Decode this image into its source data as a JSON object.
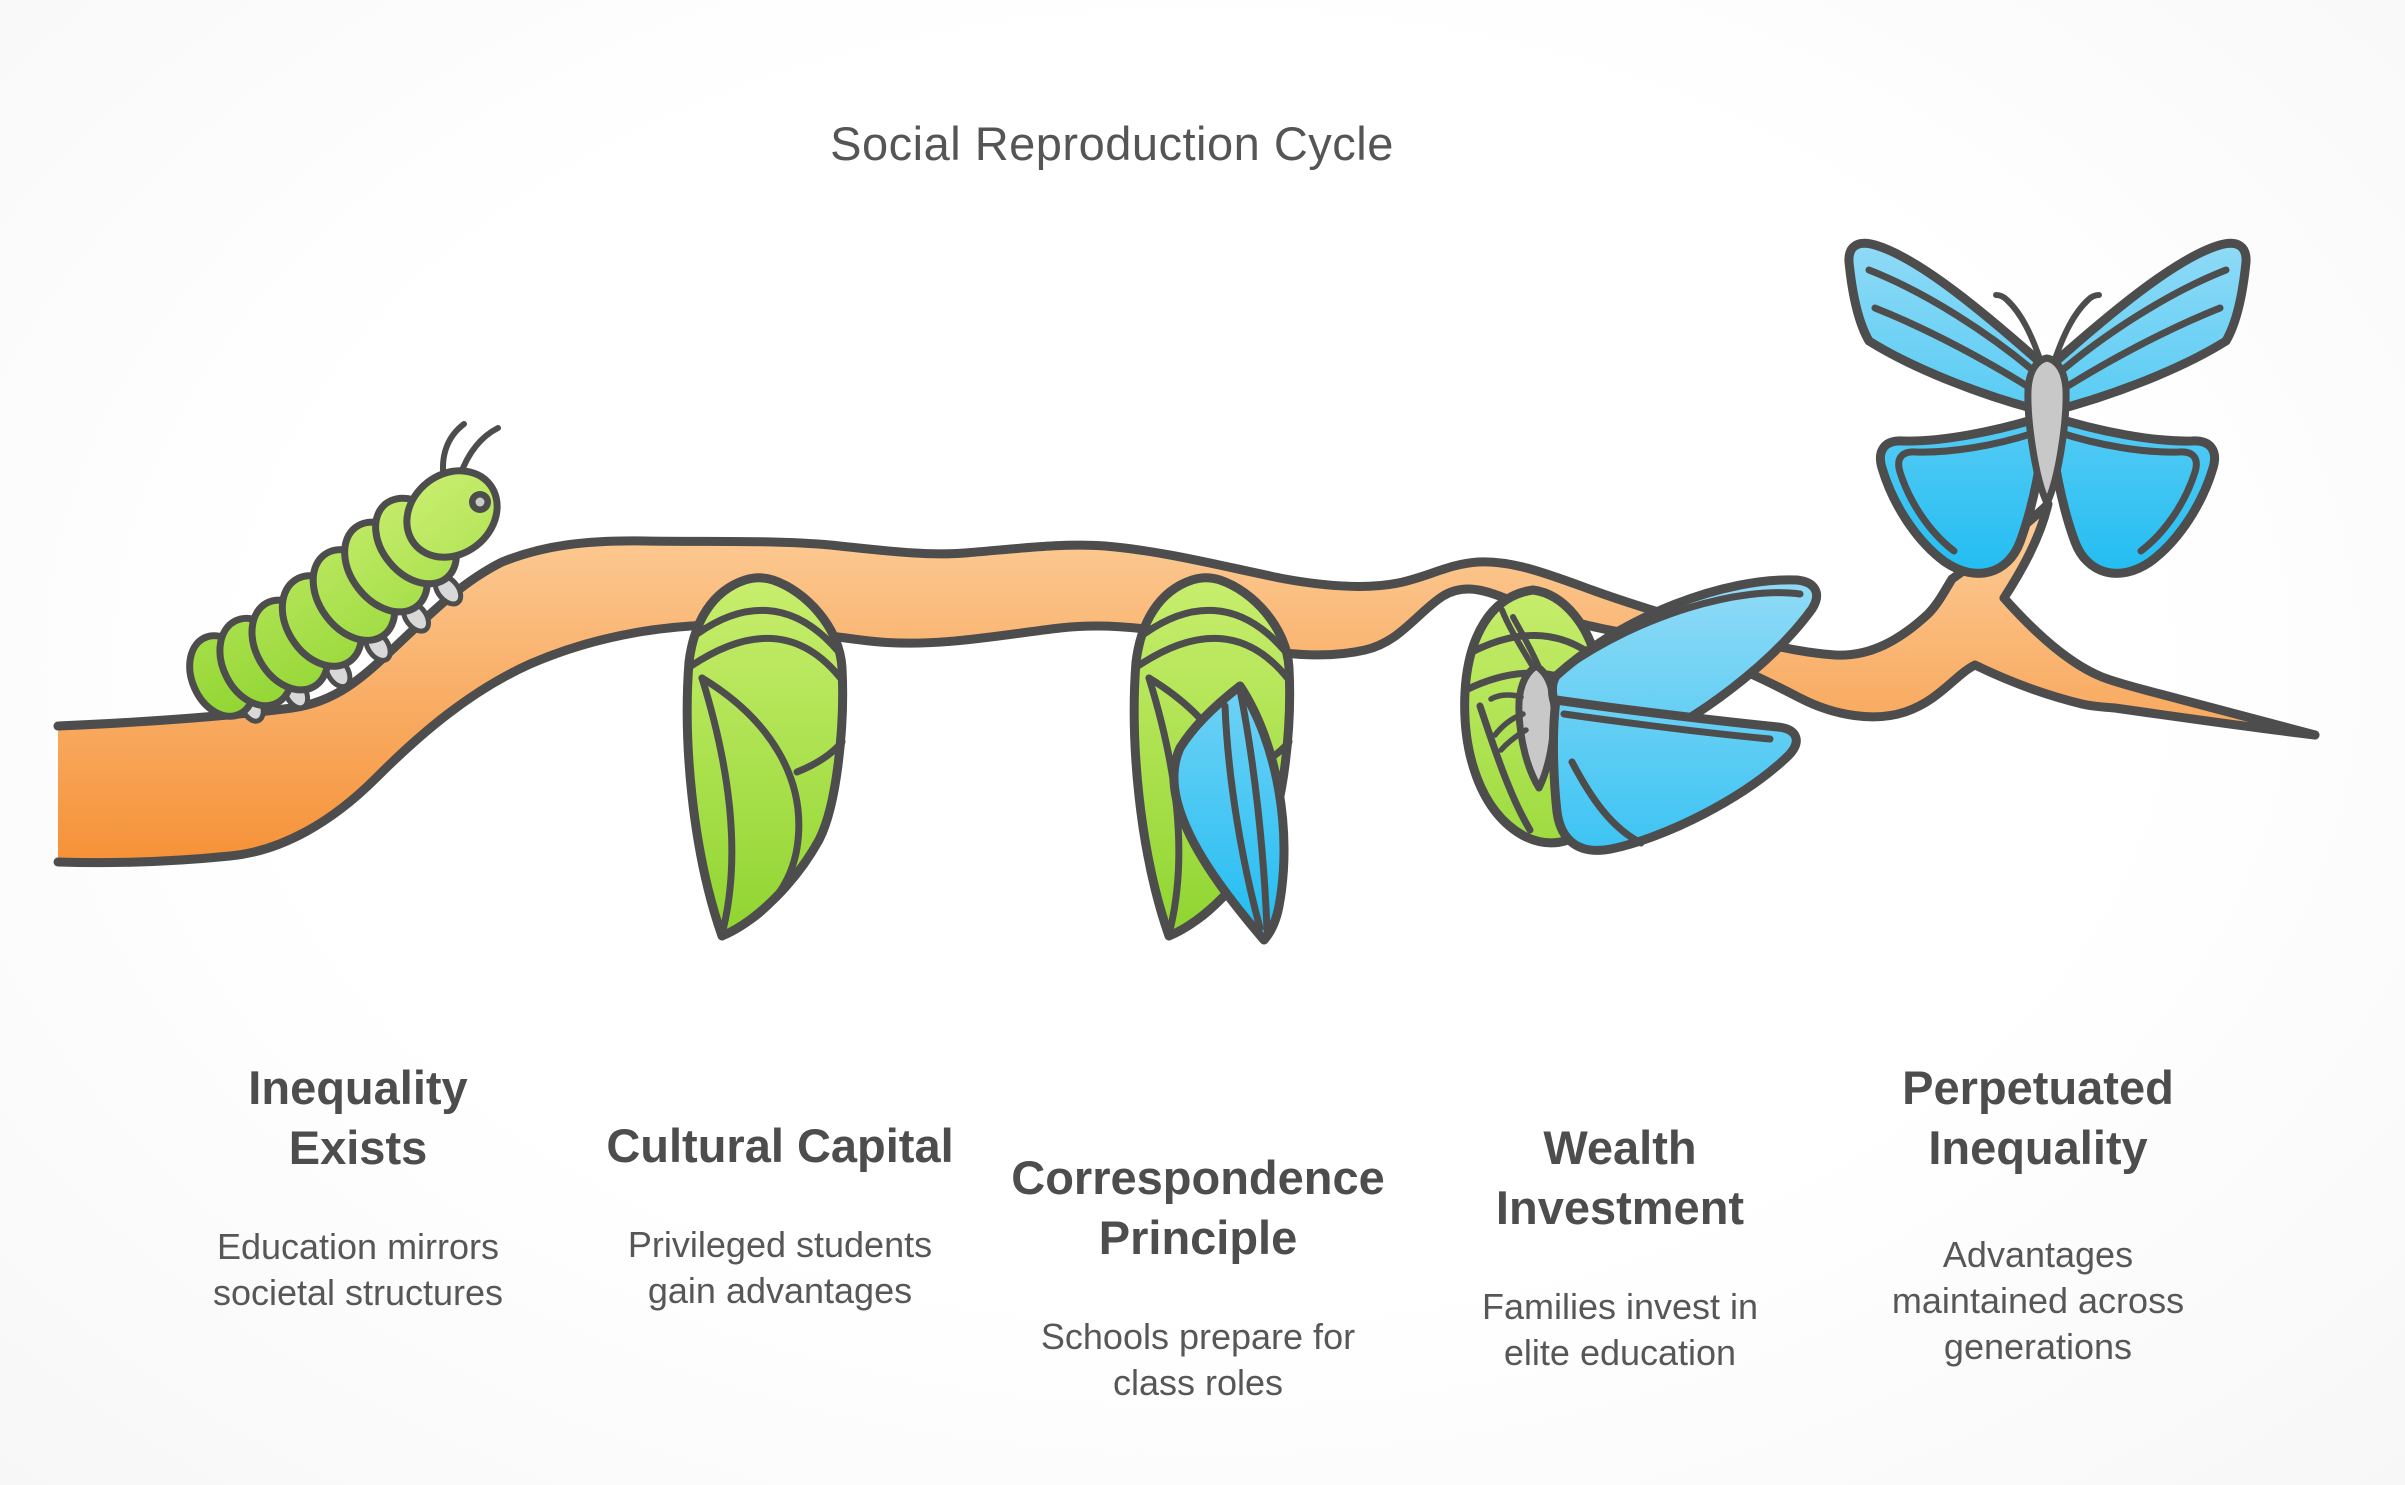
{
  "title": "Social Reproduction Cycle",
  "illustration": {
    "kind": "butterfly-metamorphosis-on-branch",
    "icons": [
      "caterpillar",
      "chrysalis",
      "chrysalis-with-emerging-wing",
      "emerging-butterfly",
      "butterfly"
    ]
  },
  "stages": [
    {
      "name": "inequality-exists",
      "heading": "Inequality\nExists",
      "description": "Education mirrors\nsocietal structures",
      "icon": "caterpillar"
    },
    {
      "name": "cultural-capital",
      "heading": "Cultural Capital",
      "description": "Privileged students\ngain advantages",
      "icon": "chrysalis"
    },
    {
      "name": "correspondence-principle",
      "heading": "Correspondence\nPrinciple",
      "description": "Schools prepare for\nclass roles",
      "icon": "chrysalis-with-emerging-wing"
    },
    {
      "name": "wealth-investment",
      "heading": "Wealth\nInvestment",
      "description": "Families invest in\nelite education",
      "icon": "emerging-butterfly"
    },
    {
      "name": "perpetuated-inequality",
      "heading": "Perpetuated\nInequality",
      "description": "Advantages\nmaintained across\ngenerations",
      "icon": "butterfly"
    }
  ],
  "colors": {
    "outline": "#4D4D4D",
    "branch_light": "#FDD4A4",
    "branch_dark": "#F58B2E",
    "green_light": "#CBEF72",
    "green_dark": "#8ED42F",
    "blue_light": "#92DBF6",
    "blue_dark": "#1FBCF2",
    "insect_body_gray": "#C8C8C8",
    "title_text": "#555555",
    "heading_text": "#4D4D4D",
    "description_text": "#575757"
  }
}
